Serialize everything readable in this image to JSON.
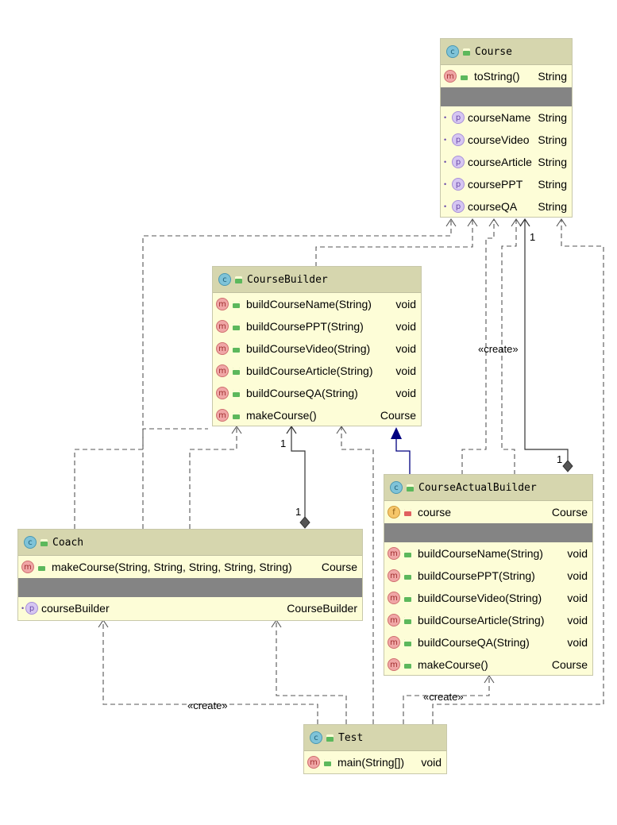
{
  "classes": {
    "course": {
      "name": "Course",
      "methods": [
        {
          "name": "toString()",
          "type": "String"
        }
      ],
      "fields": [
        {
          "name": "courseName",
          "type": "String"
        },
        {
          "name": "courseVideo",
          "type": "String"
        },
        {
          "name": "courseArticle",
          "type": "String"
        },
        {
          "name": "coursePPT",
          "type": "String"
        },
        {
          "name": "courseQA",
          "type": "String"
        }
      ]
    },
    "course_builder": {
      "name": "CourseBuilder",
      "methods": [
        {
          "name": "buildCourseName(String)",
          "type": "void"
        },
        {
          "name": "buildCoursePPT(String)",
          "type": "void"
        },
        {
          "name": "buildCourseVideo(String)",
          "type": "void"
        },
        {
          "name": "buildCourseArticle(String)",
          "type": "void"
        },
        {
          "name": "buildCourseQA(String)",
          "type": "void"
        },
        {
          "name": "makeCourse()",
          "type": "Course"
        }
      ]
    },
    "course_actual_builder": {
      "name": "CourseActualBuilder",
      "fields": [
        {
          "name": "course",
          "type": "Course"
        }
      ],
      "methods": [
        {
          "name": "buildCourseName(String)",
          "type": "void"
        },
        {
          "name": "buildCoursePPT(String)",
          "type": "void"
        },
        {
          "name": "buildCourseVideo(String)",
          "type": "void"
        },
        {
          "name": "buildCourseArticle(String)",
          "type": "void"
        },
        {
          "name": "buildCourseQA(String)",
          "type": "void"
        },
        {
          "name": "makeCourse()",
          "type": "Course"
        }
      ]
    },
    "coach": {
      "name": "Coach",
      "methods": [
        {
          "name": "makeCourse(String, String, String, String, String)",
          "type": "Course"
        }
      ],
      "fields": [
        {
          "name": "courseBuilder",
          "type": "CourseBuilder"
        }
      ]
    },
    "test": {
      "name": "Test",
      "methods": [
        {
          "name": "main(String[])",
          "type": "void"
        }
      ]
    }
  },
  "labels": {
    "create1": "«create»",
    "create2": "«create»",
    "create3": "«create»",
    "mult_builder_top": "1",
    "mult_builder_bottom": "1",
    "mult_course_top": "1",
    "mult_course_bottom": "1"
  },
  "icons": {
    "class": "class-icon",
    "method": "method-icon",
    "property": "property-icon",
    "field": "field-icon",
    "public": "public-lock-icon",
    "private": "private-lock-icon"
  },
  "colors": {
    "class_bg": "#fdfdd7",
    "header_bg": "#d6d6ae",
    "separator": "#848484",
    "realization_arrow": "#000080",
    "dependency_line": "#555555"
  }
}
